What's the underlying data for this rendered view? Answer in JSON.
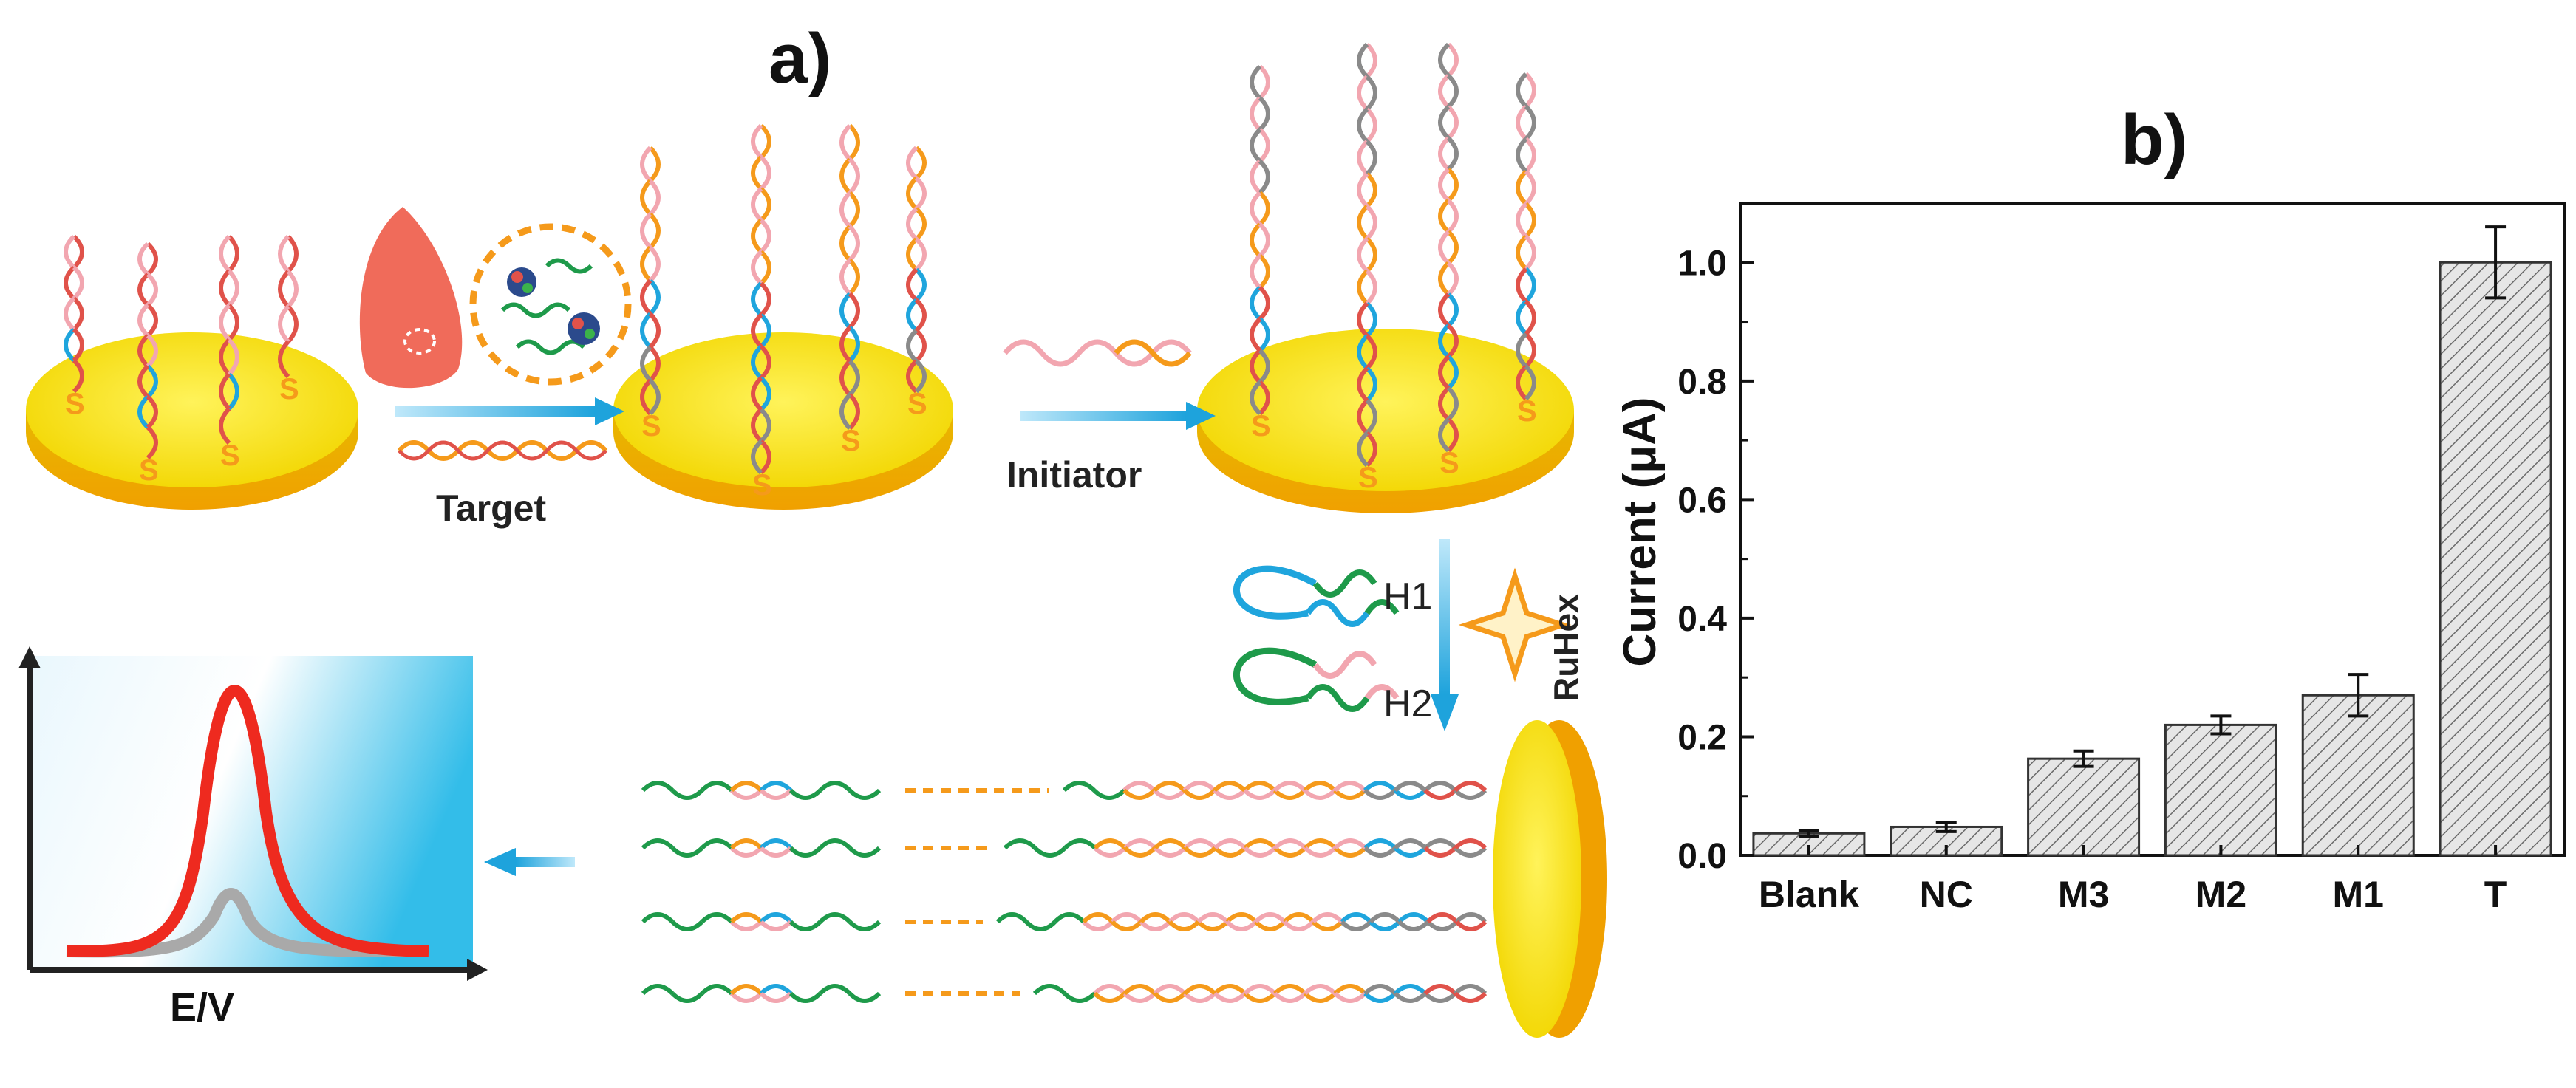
{
  "panel_a": {
    "label": "a)",
    "target_label": "Target",
    "initiator_label": "Initiator",
    "h1_label": "H1",
    "h2_label": "H2",
    "ruhex_label": "RuHex",
    "thiol_label": "S",
    "ev_label": "E/V",
    "colors": {
      "electrode": "#f5e100",
      "electrode_edge": "#e0a800",
      "arrow": "#22a8e0",
      "orange": "#f59a1b",
      "pink": "#f2a6b0",
      "blue": "#1fa5dd",
      "green": "#1e9a4a",
      "red_dna": "#e0524a",
      "grey_dna": "#8a8a8a",
      "drop": "#f06b5a",
      "peak_high": "#ee2a1f",
      "peak_low": "#a9a9a9"
    }
  },
  "chart_data": {
    "type": "bar",
    "label": "b)",
    "categories": [
      "Blank",
      "NC",
      "M3",
      "M2",
      "M1",
      "T"
    ],
    "values": [
      0.037,
      0.048,
      0.163,
      0.22,
      0.27,
      1.0
    ],
    "errors": [
      0.005,
      0.008,
      0.013,
      0.015,
      0.035,
      0.06
    ],
    "ylabel": "Current (μA)",
    "ylim": [
      0,
      1.1
    ],
    "yticks": [
      0.0,
      0.2,
      0.4,
      0.6,
      0.8,
      1.0
    ],
    "ytick_labels": [
      "0.0",
      "0.2",
      "0.4",
      "0.6",
      "0.8",
      "1.0"
    ],
    "bar_fill": "hatched-grey",
    "grid": false
  }
}
